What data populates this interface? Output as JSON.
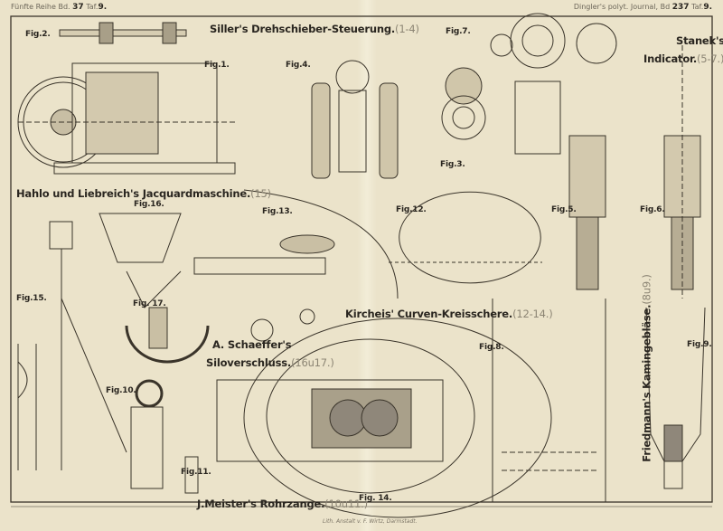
{
  "header": {
    "left_series": "Fünfte Reihe Bd.",
    "left_volume": "37",
    "left_plate_label": "Taf.",
    "left_plate": "9.",
    "right_journal": "Dingler's polyt. Journal, Bd",
    "right_volume": "237",
    "right_plate_label": "Taf.",
    "right_plate": "9."
  },
  "titles": {
    "siller": {
      "name": "Siller's Drehschieber-Steuerung.",
      "figs": "(1-4)"
    },
    "stanek_line1": "Stanek's",
    "stanek": {
      "name": "Indicator.",
      "figs": "(5-7.)"
    },
    "hahlo": {
      "name": "Hahlo und Liebreich's Jacquardmaschine.",
      "figs": "(15)"
    },
    "kircheis": {
      "name": "Kircheis' Curven-Kreisschere.",
      "figs": "(12-14.)"
    },
    "schaeffer_line1": "A. Schaeffer's",
    "schaeffer": {
      "name": "Siloverschluss.",
      "figs": "(16u17.)"
    },
    "friedmann": {
      "name": "Friedmann's Kamingebläse.",
      "figs": "(8u9.)"
    },
    "meister": {
      "name": "J.Meister's Rohrzange.",
      "figs": "(10u11.)"
    }
  },
  "figures": {
    "fig1": "Fig.1.",
    "fig2": "Fig.2.",
    "fig3": "Fig.3.",
    "fig4": "Fig.4.",
    "fig5": "Fig.5.",
    "fig6": "Fig.6.",
    "fig7": "Fig.7.",
    "fig8": "Fig.8.",
    "fig9": "Fig.9.",
    "fig10": "Fig.10.",
    "fig11": "Fig.11.",
    "fig12": "Fig.12.",
    "fig13": "Fig.13.",
    "fig14": "Fig. 14.",
    "fig15": "Fig.15.",
    "fig16": "Fig.16.",
    "fig17": "Fig. 17."
  },
  "footer": "Lith. Anstalt v. F. Wirtz, Darmstadt."
}
